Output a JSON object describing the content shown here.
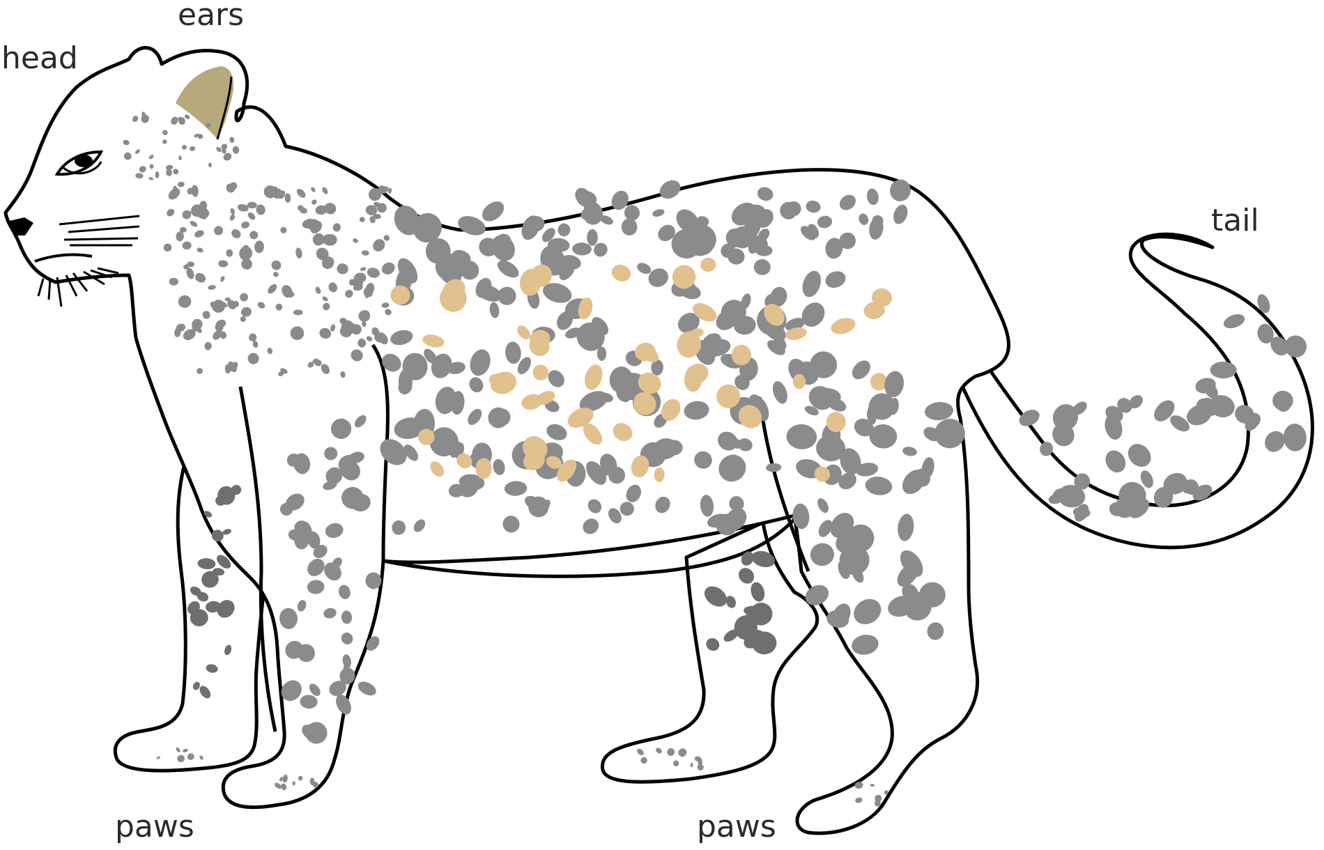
{
  "labels": {
    "ears": "ears",
    "head": "head",
    "tail": "tail",
    "paws_front": "paws",
    "paws_back": "paws"
  },
  "colors": {
    "background": "#ffffff",
    "outline": "#000000",
    "gray_spot": "#8a8b8d",
    "dark_spot": "#6e6f71",
    "tan_spot": "#e3c18f",
    "inner_ear": "#b7a97a"
  }
}
